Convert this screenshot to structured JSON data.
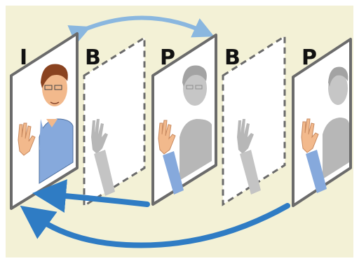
{
  "colors": {
    "background": "#f3f1d6",
    "frame_border": "#6b6b6b",
    "arrow_dark": "#2f7cc4",
    "arrow_light": "#8ab7df",
    "skin": "#f2b98c",
    "shirt": "#86a9dc",
    "hair": "#8a4320",
    "ghost": "#b7b7b7"
  },
  "frames": [
    {
      "type": "I",
      "style": "full-color"
    },
    {
      "type": "B",
      "style": "dashed-empty"
    },
    {
      "type": "P",
      "style": "grey-with-colored-hand"
    },
    {
      "type": "B",
      "style": "dashed-empty"
    },
    {
      "type": "P",
      "style": "grey-with-colored-hand"
    }
  ]
}
